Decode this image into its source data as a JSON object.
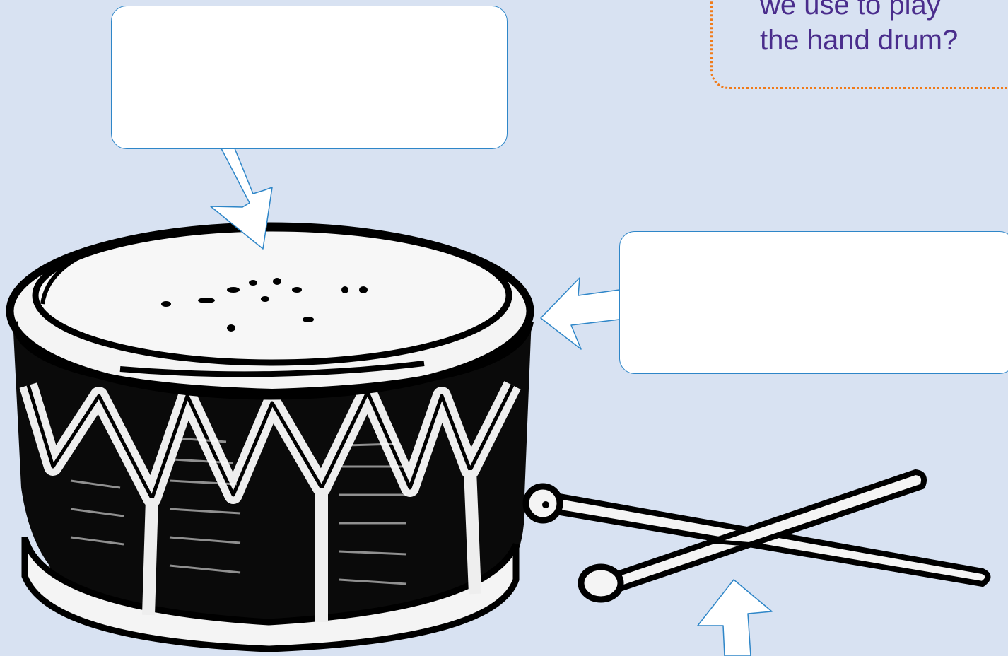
{
  "question": {
    "lines": [
      "we use to play",
      "the hand drum?"
    ]
  },
  "label_boxes": [
    {
      "id": "top-label",
      "text": ""
    },
    {
      "id": "right-label",
      "text": ""
    }
  ],
  "colors": {
    "background": "#d8e2f2",
    "box_border": "#2e86c8",
    "arrow_fill": "#ffffff",
    "arrow_stroke": "#2e86c8",
    "question_text": "#4a2d8c",
    "dotted_border": "#f07b1a",
    "ink": "#000000"
  },
  "icons": [
    "hand-drum-illustration",
    "drumsticks-illustration",
    "arrow-icon"
  ]
}
